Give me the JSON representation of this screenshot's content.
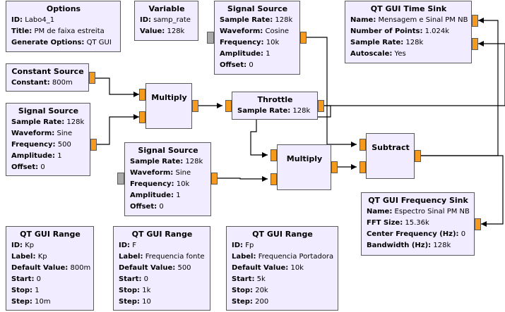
{
  "blocks": {
    "options": {
      "title": "Options",
      "rows": [
        {
          "k": "ID:",
          "v": "Labo4_1"
        },
        {
          "k": "Title:",
          "v": "PM de faixa estreita"
        },
        {
          "k": "Generate Options:",
          "v": "QT GUI"
        }
      ]
    },
    "variable": {
      "title": "Variable",
      "rows": [
        {
          "k": "ID:",
          "v": "samp_rate"
        },
        {
          "k": "Value:",
          "v": "128k"
        }
      ]
    },
    "signal_source_cos": {
      "title": "Signal Source",
      "rows": [
        {
          "k": "Sample Rate:",
          "v": "128k"
        },
        {
          "k": "Waveform:",
          "v": "Cosine"
        },
        {
          "k": "Frequency:",
          "v": "10k"
        },
        {
          "k": "Amplitude:",
          "v": "1"
        },
        {
          "k": "Offset:",
          "v": "0"
        }
      ]
    },
    "time_sink": {
      "title": "QT GUI Time Sink",
      "rows": [
        {
          "k": "Name:",
          "v": "Mensagem e Sinal PM NB"
        },
        {
          "k": "Number of Points:",
          "v": "1.024k"
        },
        {
          "k": "Sample Rate:",
          "v": "128k"
        },
        {
          "k": "Autoscale:",
          "v": "Yes"
        }
      ]
    },
    "constant_source": {
      "title": "Constant Source",
      "rows": [
        {
          "k": "Constant:",
          "v": "800m"
        }
      ]
    },
    "multiply1": {
      "title": "Multiply",
      "rows": []
    },
    "throttle": {
      "title": "Throttle",
      "rows": [
        {
          "k": "Sample Rate:",
          "v": "128k"
        }
      ]
    },
    "signal_source_sine1": {
      "title": "Signal Source",
      "rows": [
        {
          "k": "Sample Rate:",
          "v": "128k"
        },
        {
          "k": "Waveform:",
          "v": "Sine"
        },
        {
          "k": "Frequency:",
          "v": "500"
        },
        {
          "k": "Amplitude:",
          "v": "1"
        },
        {
          "k": "Offset:",
          "v": "0"
        }
      ]
    },
    "subtract": {
      "title": "Subtract",
      "rows": []
    },
    "signal_source_sine2": {
      "title": "Signal Source",
      "rows": [
        {
          "k": "Sample Rate:",
          "v": "128k"
        },
        {
          "k": "Waveform:",
          "v": "Sine"
        },
        {
          "k": "Frequency:",
          "v": "10k"
        },
        {
          "k": "Amplitude:",
          "v": "1"
        },
        {
          "k": "Offset:",
          "v": "0"
        }
      ]
    },
    "multiply2": {
      "title": "Multiply",
      "rows": []
    },
    "freq_sink": {
      "title": "QT GUI Frequency Sink",
      "rows": [
        {
          "k": "Name:",
          "v": "Espectro Sinal PM NB"
        },
        {
          "k": "FFT Size:",
          "v": "15.36k"
        },
        {
          "k": "Center Frequency (Hz):",
          "v": "0"
        },
        {
          "k": "Bandwidth (Hz):",
          "v": "128k"
        }
      ]
    },
    "range_kp": {
      "title": "QT GUI Range",
      "rows": [
        {
          "k": "ID:",
          "v": "Kp"
        },
        {
          "k": "Label:",
          "v": "Kp"
        },
        {
          "k": "Default Value:",
          "v": "800m"
        },
        {
          "k": "Start:",
          "v": "0"
        },
        {
          "k": "Stop:",
          "v": "1"
        },
        {
          "k": "Step:",
          "v": "10m"
        }
      ]
    },
    "range_f": {
      "title": "QT GUI Range",
      "rows": [
        {
          "k": "ID:",
          "v": "F"
        },
        {
          "k": "Label:",
          "v": "Frequencia fonte"
        },
        {
          "k": "Default Value:",
          "v": "500"
        },
        {
          "k": "Start:",
          "v": "0"
        },
        {
          "k": "Stop:",
          "v": "1k"
        },
        {
          "k": "Step:",
          "v": "10"
        }
      ]
    },
    "range_fp": {
      "title": "QT GUI Range",
      "rows": [
        {
          "k": "ID:",
          "v": "Fp"
        },
        {
          "k": "Label:",
          "v": "Frequencia Portadora"
        },
        {
          "k": "Default Value:",
          "v": "10k"
        },
        {
          "k": "Start:",
          "v": "5k"
        },
        {
          "k": "Stop:",
          "v": "20k"
        },
        {
          "k": "Step:",
          "v": "200"
        }
      ]
    }
  },
  "colors": {
    "block_fill": "#f1ecff",
    "block_border": "#5a5a5a",
    "port": "#f59a1d",
    "port_disabled": "#a9a9a9",
    "wire": "#000000"
  }
}
